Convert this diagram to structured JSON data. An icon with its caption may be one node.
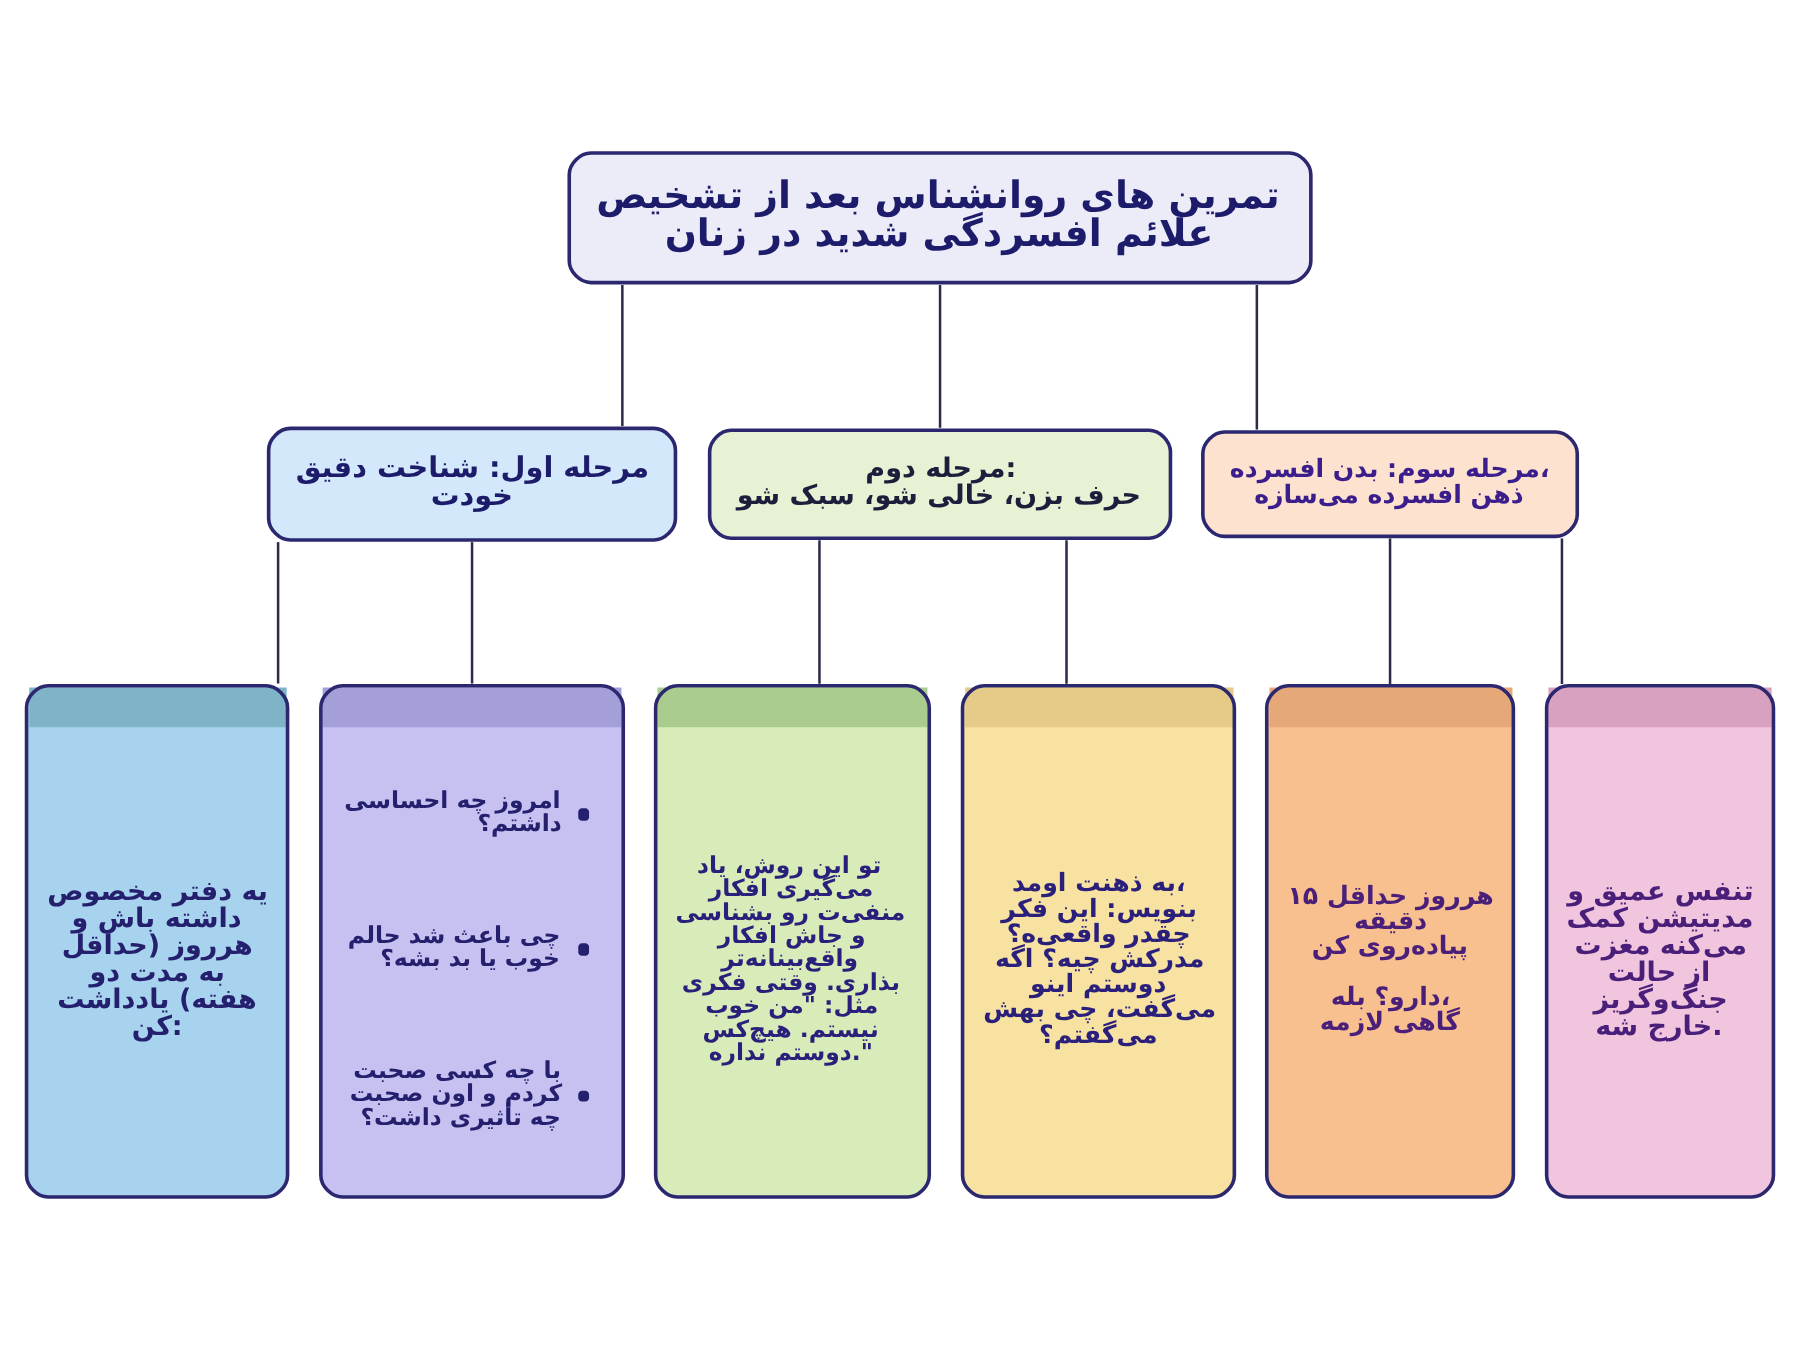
{
  "diagram": {
    "nodes": [
      {
        "text": [
          "تمرین های روانشناس بعد از تشخیص علائم افسردگی شدید در زنان"
        ]
      },
      {
        "text": [
          "مرحله اول: شناخت دقیق خودت"
        ]
      },
      {
        "text": [
          "مرحله دوم:",
          "حرف بزن، خالی شو، سبک شو"
        ]
      },
      {
        "text": [
          "مرحله سوم: بدن افسرده، ذهن افسرده می‌سازه"
        ]
      },
      {
        "text": [
          "یه دفتر مخصوص داشته باش و هرروز (حداقل به مدت دو هفته) یادداشت کن:"
        ]
      },
      {
        "text": [
          "امروز چه احساسی داشتم؟",
          "چی باعث شد حالم خوب یا بد بشه؟",
          "با چه کسی صحبت کردم و اون صحبت چه تأثیری داشت؟"
        ]
      },
      {
        "text": [
          "تو این روش، یاد می‌گیری افکار منفی‌ت رو بشناسی و جاش افکار واقع‌بینانه‌تر بذاری. وقتی فکری مثل: \"من خوب نیستم. هیچ‌کس دوستم نداره.\""
        ]
      },
      {
        "text": [
          "به ذهنت اومد، بنویس: این فکر چقدر واقعی‌ه؟ مدرکش چیه؟ اگه دوستم اینو می‌گفت، چی بهش می‌گفتم؟"
        ]
      },
      {
        "text": [
          "هرروز حداقل ۱۵ دقیقه پیاده‌روی کن",
          "دارو؟ بله، گاهی لازمه"
        ]
      },
      {
        "text": [
          "تنفس عمیق و مدیتیشن کمک می‌کنه مغزت از حالت جنگ‌وگریز خارج شه."
        ]
      }
    ],
    "edges": [
      {
        "from": 0,
        "to": 1,
        "arrow": "none"
      },
      {
        "from": 0,
        "to": 2,
        "arrow": "none"
      },
      {
        "from": 0,
        "to": 3,
        "arrow": "none"
      },
      {
        "from": 1,
        "to": 4,
        "arrow": "none"
      },
      {
        "from": 1,
        "to": 5,
        "arrow": "none"
      },
      {
        "from": 2,
        "to": 6,
        "arrow": "none"
      },
      {
        "from": 2,
        "to": 7,
        "arrow": "none"
      },
      {
        "from": 3,
        "to": 8,
        "arrow": "none"
      },
      {
        "from": 3,
        "to": 9,
        "arrow": "none"
      }
    ]
  }
}
